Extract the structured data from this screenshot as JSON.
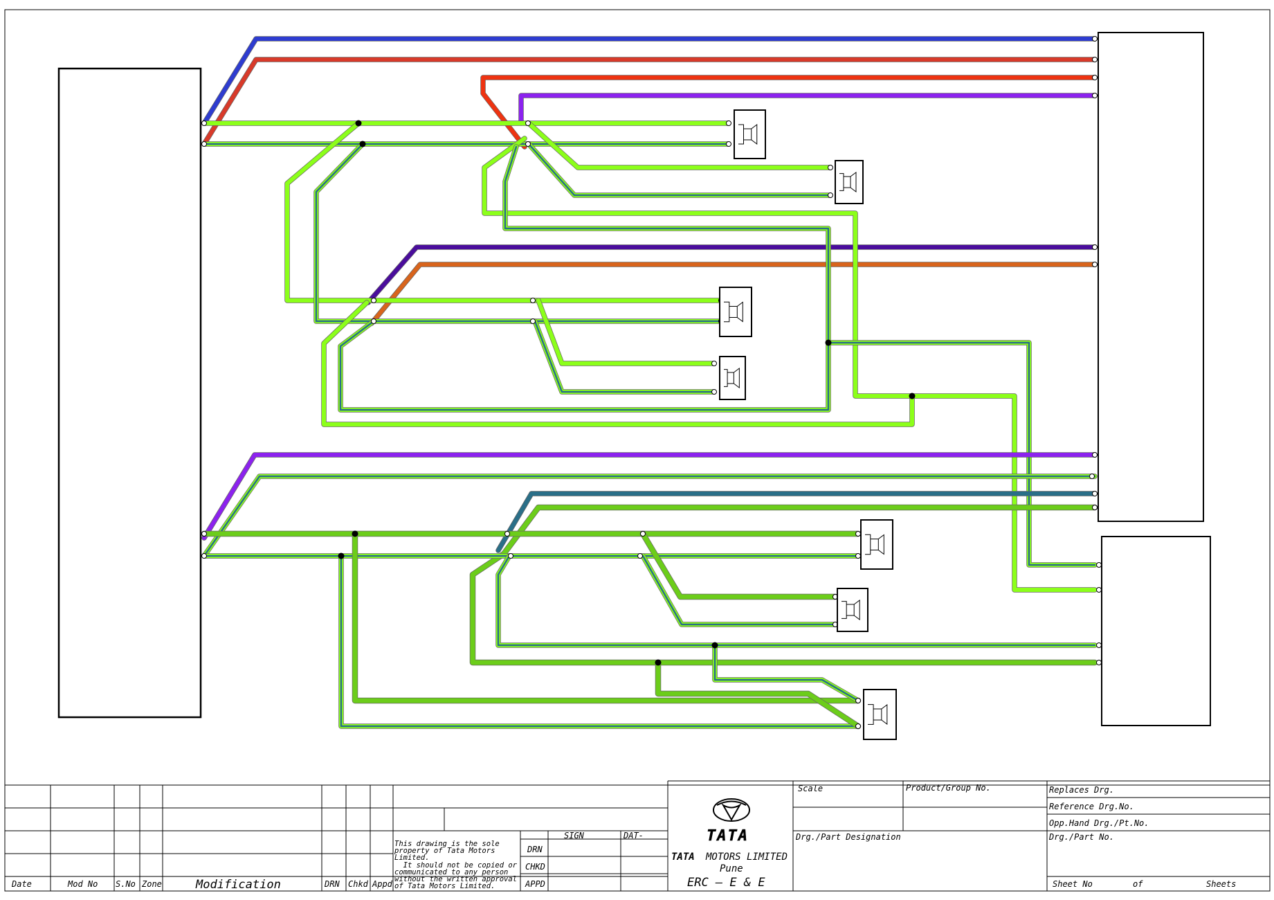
{
  "title_block": {
    "revision_headers": {
      "date": "Date",
      "mod_no": "Mod No",
      "s_no": "S.No",
      "zone": "Zone",
      "modification": "Modification",
      "drn": "DRN",
      "chkd": "Chkd",
      "appd": "Appd"
    },
    "property_notice": [
      "This drawing is the sole",
      "property of Tata Motors",
      "Limited.",
      "  It should not be copied or",
      "communicated to any person",
      "without the written approval",
      "of Tata Motors Limited."
    ],
    "sign_headers": {
      "sign": "SIGN",
      "date": "DAT-"
    },
    "sign_rows": [
      "DRN",
      "CHKD",
      "APPD"
    ],
    "company": {
      "logo_word": "TATA",
      "brand": "TATA",
      "name": "MOTORS LIMITED",
      "city": "Pune",
      "dept": "ERC — E & E"
    },
    "fields": {
      "scale": "Scale",
      "product_group": "Product/Group No.",
      "part_designation": "Drg./Part Designation",
      "replaces": "Replaces Drg.",
      "reference": "Reference Drg.No.",
      "opp_hand": "Opp.Hand Drg./Pt.No.",
      "part_no": "Drg./Part No.",
      "sheet_no": "Sheet No",
      "of": "of",
      "sheets": "Sheets"
    }
  },
  "wire_colors": {
    "blue": "#2e3cd0",
    "red": "#d83a2a",
    "red_orange": "#ee3311",
    "violet": "#8c22ee",
    "dark_violet": "#4a0d9c",
    "orange": "#d8641c",
    "lime": "#8cff1a",
    "teal": "#2a6f88",
    "olive_green": "#6ccd1a",
    "outline": "#666666"
  },
  "icons": [
    "speaker-icon",
    "connector-terminal-icon",
    "tata-logo-icon"
  ]
}
